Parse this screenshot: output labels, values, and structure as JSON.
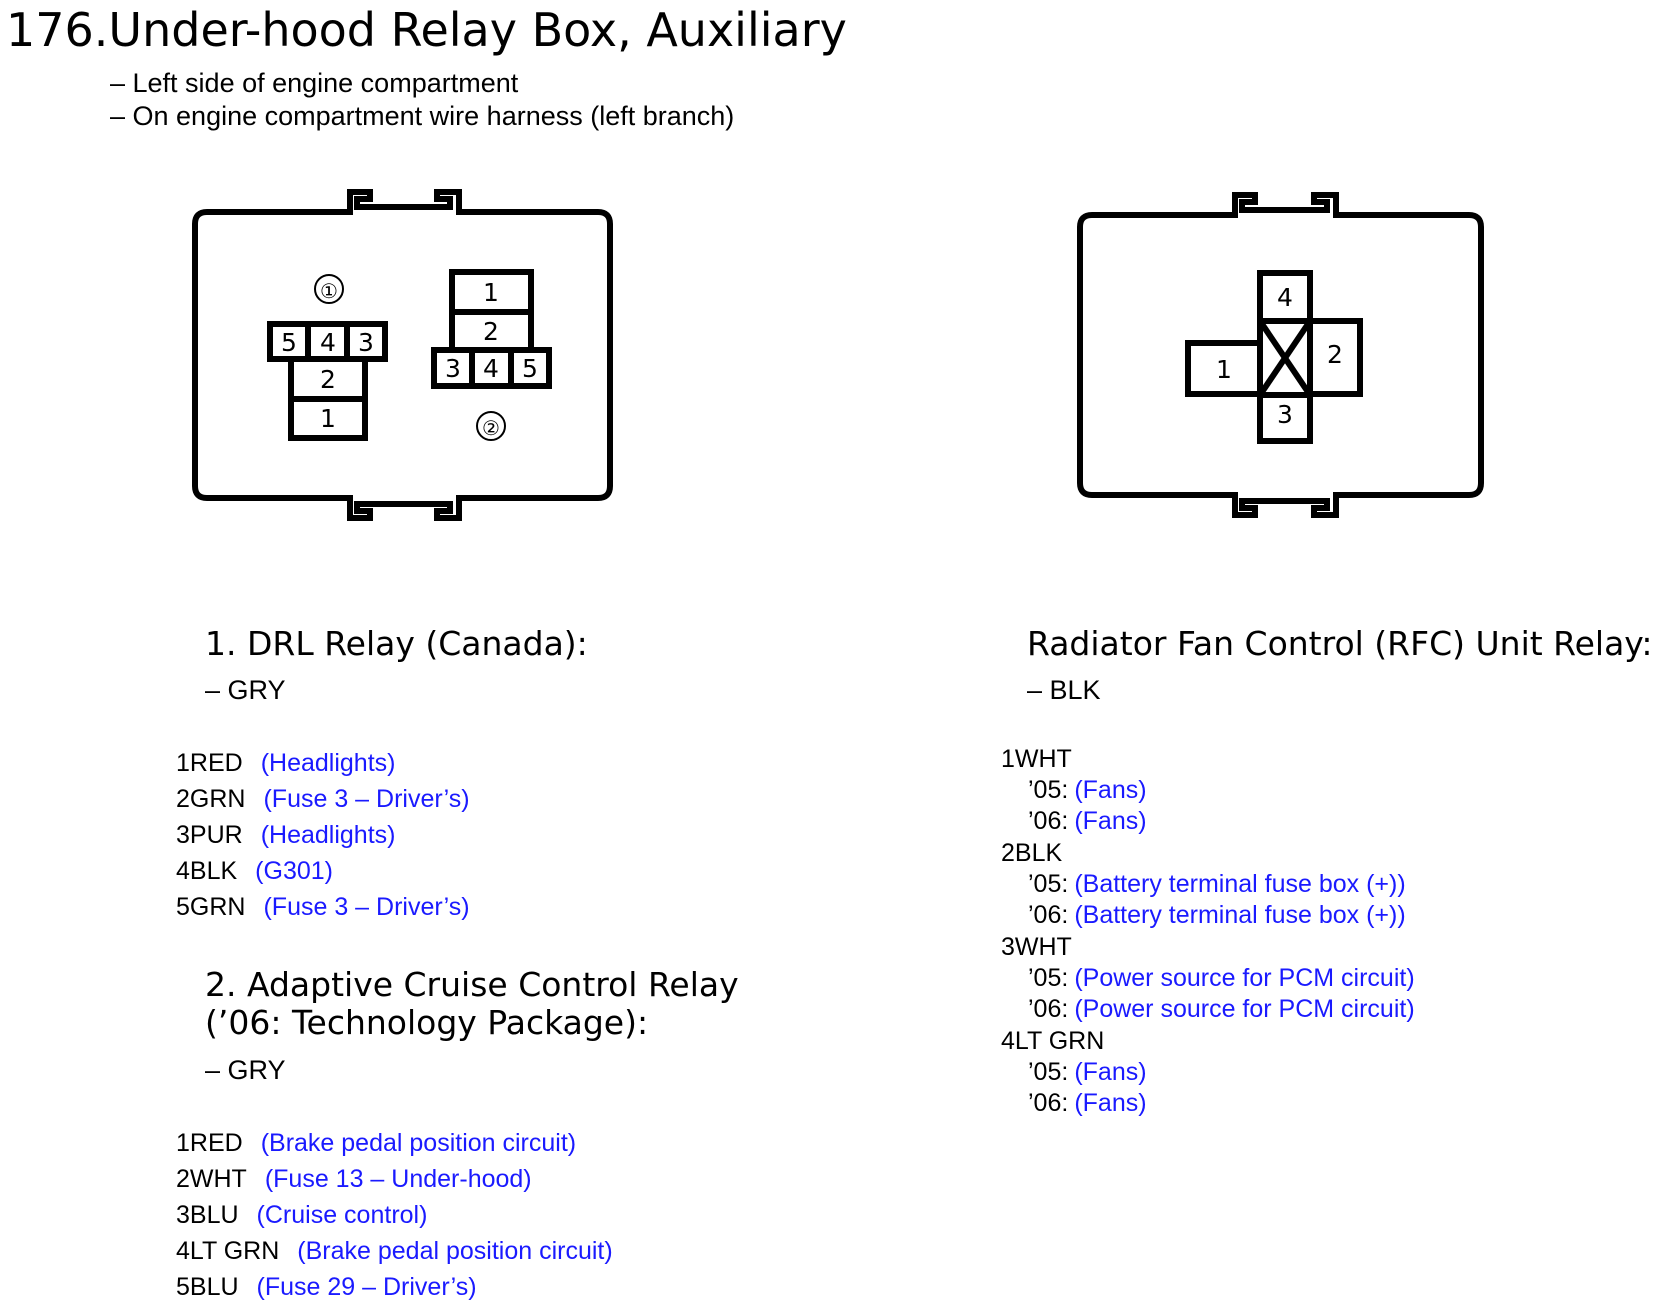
{
  "header": {
    "title": "176.Under-hood Relay Box, Auxiliary",
    "location_lines": [
      "– Left side of engine compartment",
      "– On engine compartment wire harness (left branch)"
    ]
  },
  "diagram": {
    "left_connector": {
      "marker_1": "①",
      "marker_2": "②",
      "relay1_pins": {
        "row_top": [
          "5",
          "4",
          "3"
        ],
        "middle": "2",
        "bottom": "1"
      },
      "relay2_pins": {
        "top": "1",
        "middle": "2",
        "row_bottom": [
          "3",
          "4",
          "5"
        ]
      }
    },
    "right_connector": {
      "pins": {
        "top": "4",
        "left": "1",
        "right": "2",
        "bottom": "3"
      }
    }
  },
  "drl_relay": {
    "heading": "1. DRL Relay (Canada):",
    "color": "– GRY",
    "pins": [
      {
        "wire": "1RED",
        "desc": "(Headlights)"
      },
      {
        "wire": "2GRN",
        "desc": "(Fuse 3 – Driver’s)"
      },
      {
        "wire": "3PUR",
        "desc": "(Headlights)"
      },
      {
        "wire": "4BLK",
        "desc": "(G301)"
      },
      {
        "wire": "5GRN",
        "desc": "(Fuse 3 – Driver’s)"
      }
    ]
  },
  "acc_relay": {
    "heading_line1": "2. Adaptive Cruise Control Relay",
    "heading_line2": "(’06: Technology Package):",
    "color": "– GRY",
    "pins": [
      {
        "wire": "1RED",
        "desc": "(Brake pedal position circuit)"
      },
      {
        "wire": "2WHT",
        "desc": "(Fuse 13 – Under-hood)"
      },
      {
        "wire": "3BLU",
        "desc": "(Cruise control)"
      },
      {
        "wire": "4LT GRN",
        "desc": "(Brake pedal position circuit)"
      },
      {
        "wire": "5BLU",
        "desc": "(Fuse 29 – Driver’s)"
      }
    ]
  },
  "rfc_relay": {
    "heading": "Radiator Fan Control (RFC) Unit Relay:",
    "color": "– BLK",
    "pins": [
      {
        "wire": "1WHT",
        "y05": "’05:",
        "d05": "(Fans)",
        "y06": "’06:",
        "d06": "(Fans)"
      },
      {
        "wire": "2BLK",
        "y05": "’05:",
        "d05": "(Battery terminal fuse box (+))",
        "y06": "’06:",
        "d06": "(Battery terminal fuse box (+))"
      },
      {
        "wire": "3WHT",
        "y05": "’05:",
        "d05": "(Power source for PCM circuit)",
        "y06": "’06:",
        "d06": "(Power source for PCM circuit)"
      },
      {
        "wire": "4LT GRN",
        "y05": "’05:",
        "d05": "(Fans)",
        "y06": "’06:",
        "d06": "(Fans)"
      }
    ]
  },
  "colors": {
    "circuit_text": "#1a1aff",
    "line": "#000000"
  }
}
